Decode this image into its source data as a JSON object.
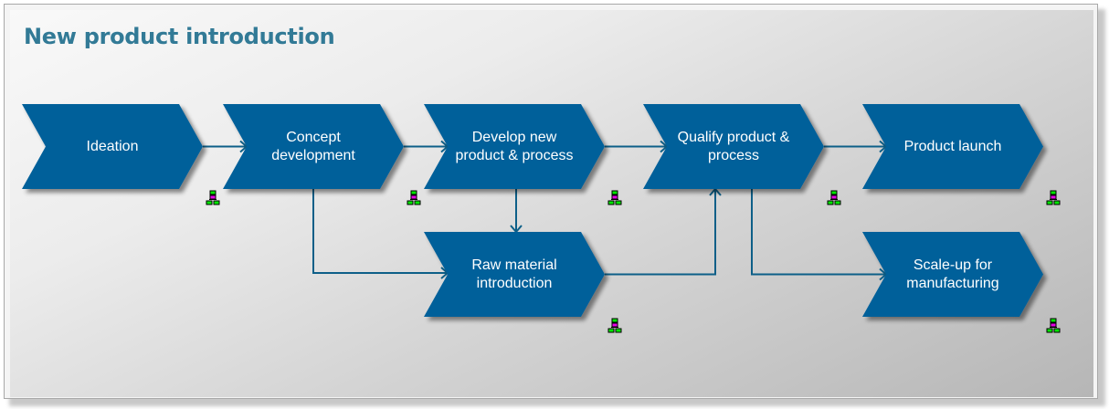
{
  "title": "New product introduction",
  "colors": {
    "step_fill": "#00609a",
    "connector": "#0d5f88",
    "title": "#327a96",
    "icon_green": "#00e600",
    "icon_magenta": "#e600e6"
  },
  "steps": [
    {
      "id": "ideation",
      "label": "Ideation",
      "icon": "hierarchy-icon"
    },
    {
      "id": "concept",
      "label": "Concept development",
      "icon": "hierarchy-icon"
    },
    {
      "id": "develop",
      "label": "Develop new product & process",
      "icon": "hierarchy-icon"
    },
    {
      "id": "qualify",
      "label": "Qualify product & process",
      "icon": "hierarchy-icon"
    },
    {
      "id": "launch",
      "label": "Product launch",
      "icon": "hierarchy-icon"
    },
    {
      "id": "raw",
      "label": "Raw material introduction",
      "icon": "hierarchy-icon"
    },
    {
      "id": "scaleup",
      "label": "Scale-up for manufacturing",
      "icon": "hierarchy-icon"
    }
  ],
  "connections": [
    {
      "from": "ideation",
      "to": "concept"
    },
    {
      "from": "concept",
      "to": "develop"
    },
    {
      "from": "develop",
      "to": "qualify"
    },
    {
      "from": "qualify",
      "to": "launch"
    },
    {
      "from": "develop",
      "to": "raw"
    },
    {
      "from": "concept",
      "to": "raw"
    },
    {
      "from": "raw",
      "to": "qualify"
    },
    {
      "from": "qualify",
      "to": "scaleup"
    }
  ]
}
